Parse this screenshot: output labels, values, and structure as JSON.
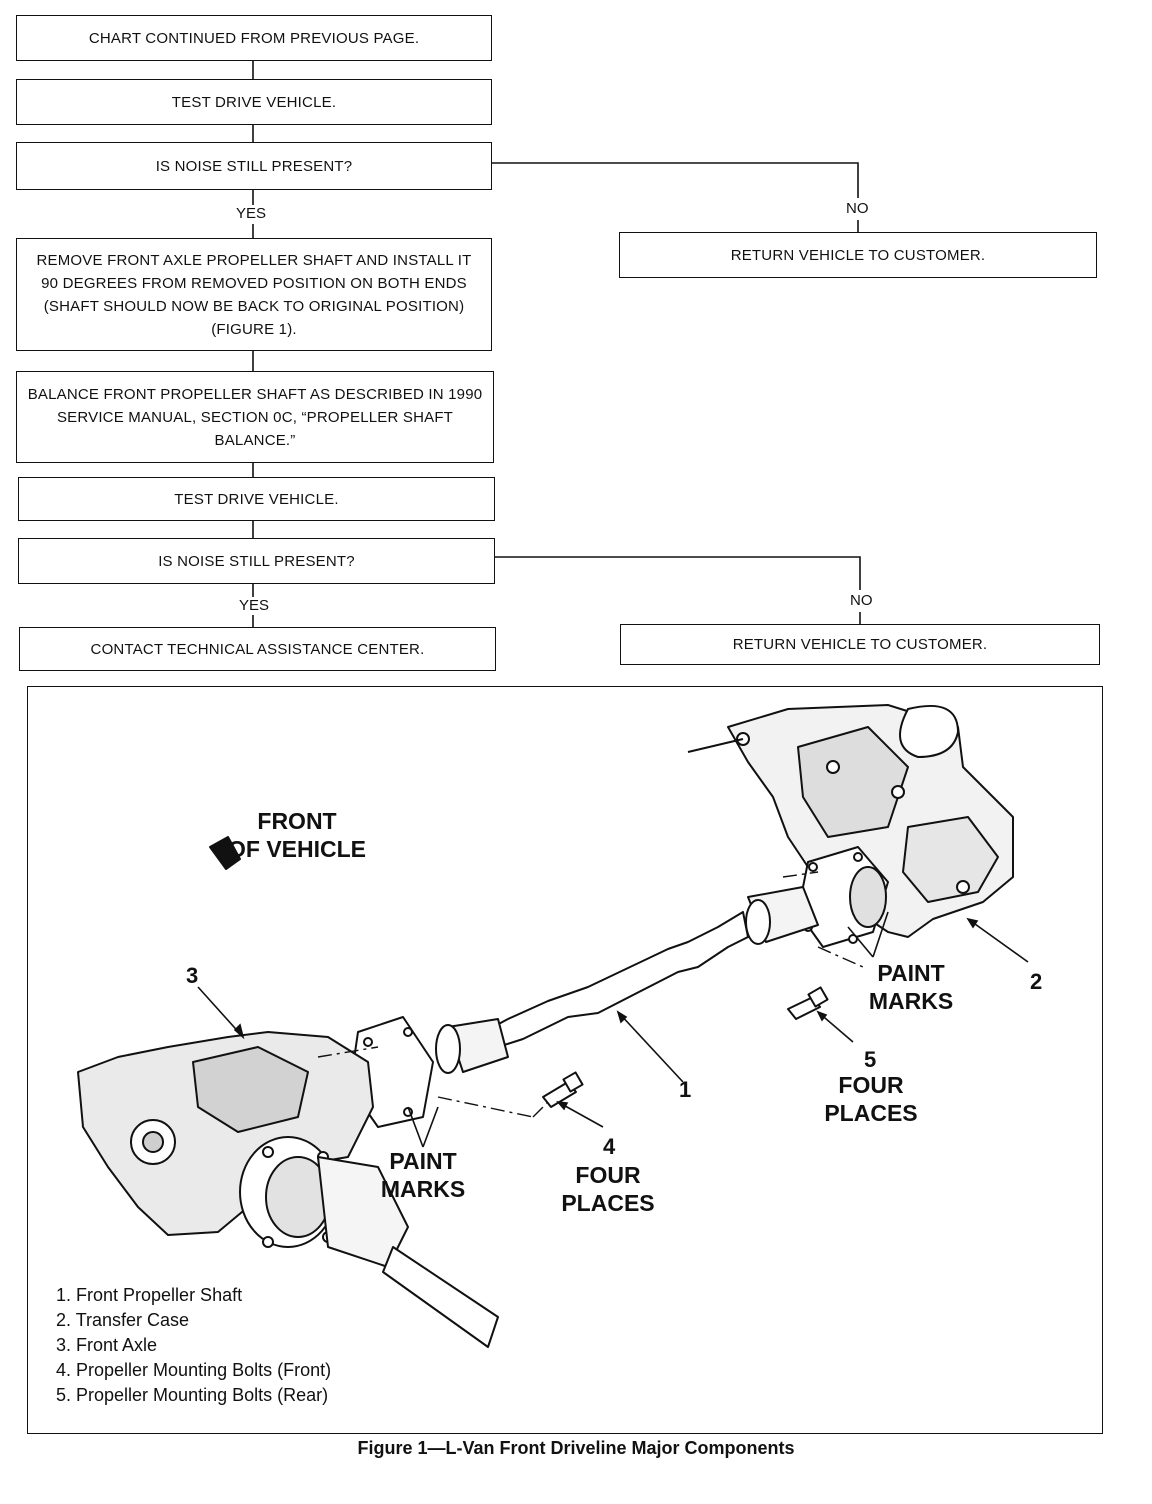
{
  "flowchart": {
    "box1": "CHART CONTINUED FROM PREVIOUS PAGE.",
    "box2": "TEST DRIVE VEHICLE.",
    "box3": "IS NOISE STILL PRESENT?",
    "box4": "REMOVE FRONT AXLE PROPELLER SHAFT AND INSTALL IT 90 DEGREES FROM REMOVED POSITION ON BOTH ENDS (SHAFT SHOULD NOW BE BACK TO ORIGINAL POSITION) (FIGURE 1).",
    "box5": "BALANCE FRONT PROPELLER SHAFT AS DESCRIBED IN 1990 SERVICE MANUAL, SECTION 0C, “PROPELLER SHAFT BALANCE.”",
    "box6": "TEST DRIVE VEHICLE.",
    "box7": "IS NOISE STILL PRESENT?",
    "box8": "CONTACT TECHNICAL ASSISTANCE CENTER.",
    "return1": "RETURN VEHICLE TO CUSTOMER.",
    "return2": "RETURN VEHICLE TO CUSTOMER.",
    "yes1": "YES",
    "no1": "NO",
    "yes2": "YES",
    "no2": "NO"
  },
  "figure": {
    "front_of_vehicle": "FRONT OF VEHICLE",
    "paint_marks_rear": "PAINT MARKS",
    "paint_marks_front": "PAINT MARKS",
    "callout_1": "1",
    "callout_2": "2",
    "callout_3": "3",
    "callout_4": "4",
    "callout_4_text": "FOUR PLACES",
    "callout_5": "5",
    "callout_5_text": "FOUR PLACES",
    "legend": [
      "1. Front Propeller Shaft",
      "2. Transfer Case",
      "3. Front Axle",
      "4. Propeller Mounting Bolts (Front)",
      "5. Propeller Mounting Bolts (Rear)"
    ],
    "caption": "Figure 1—L-Van Front Driveline Major Components"
  }
}
